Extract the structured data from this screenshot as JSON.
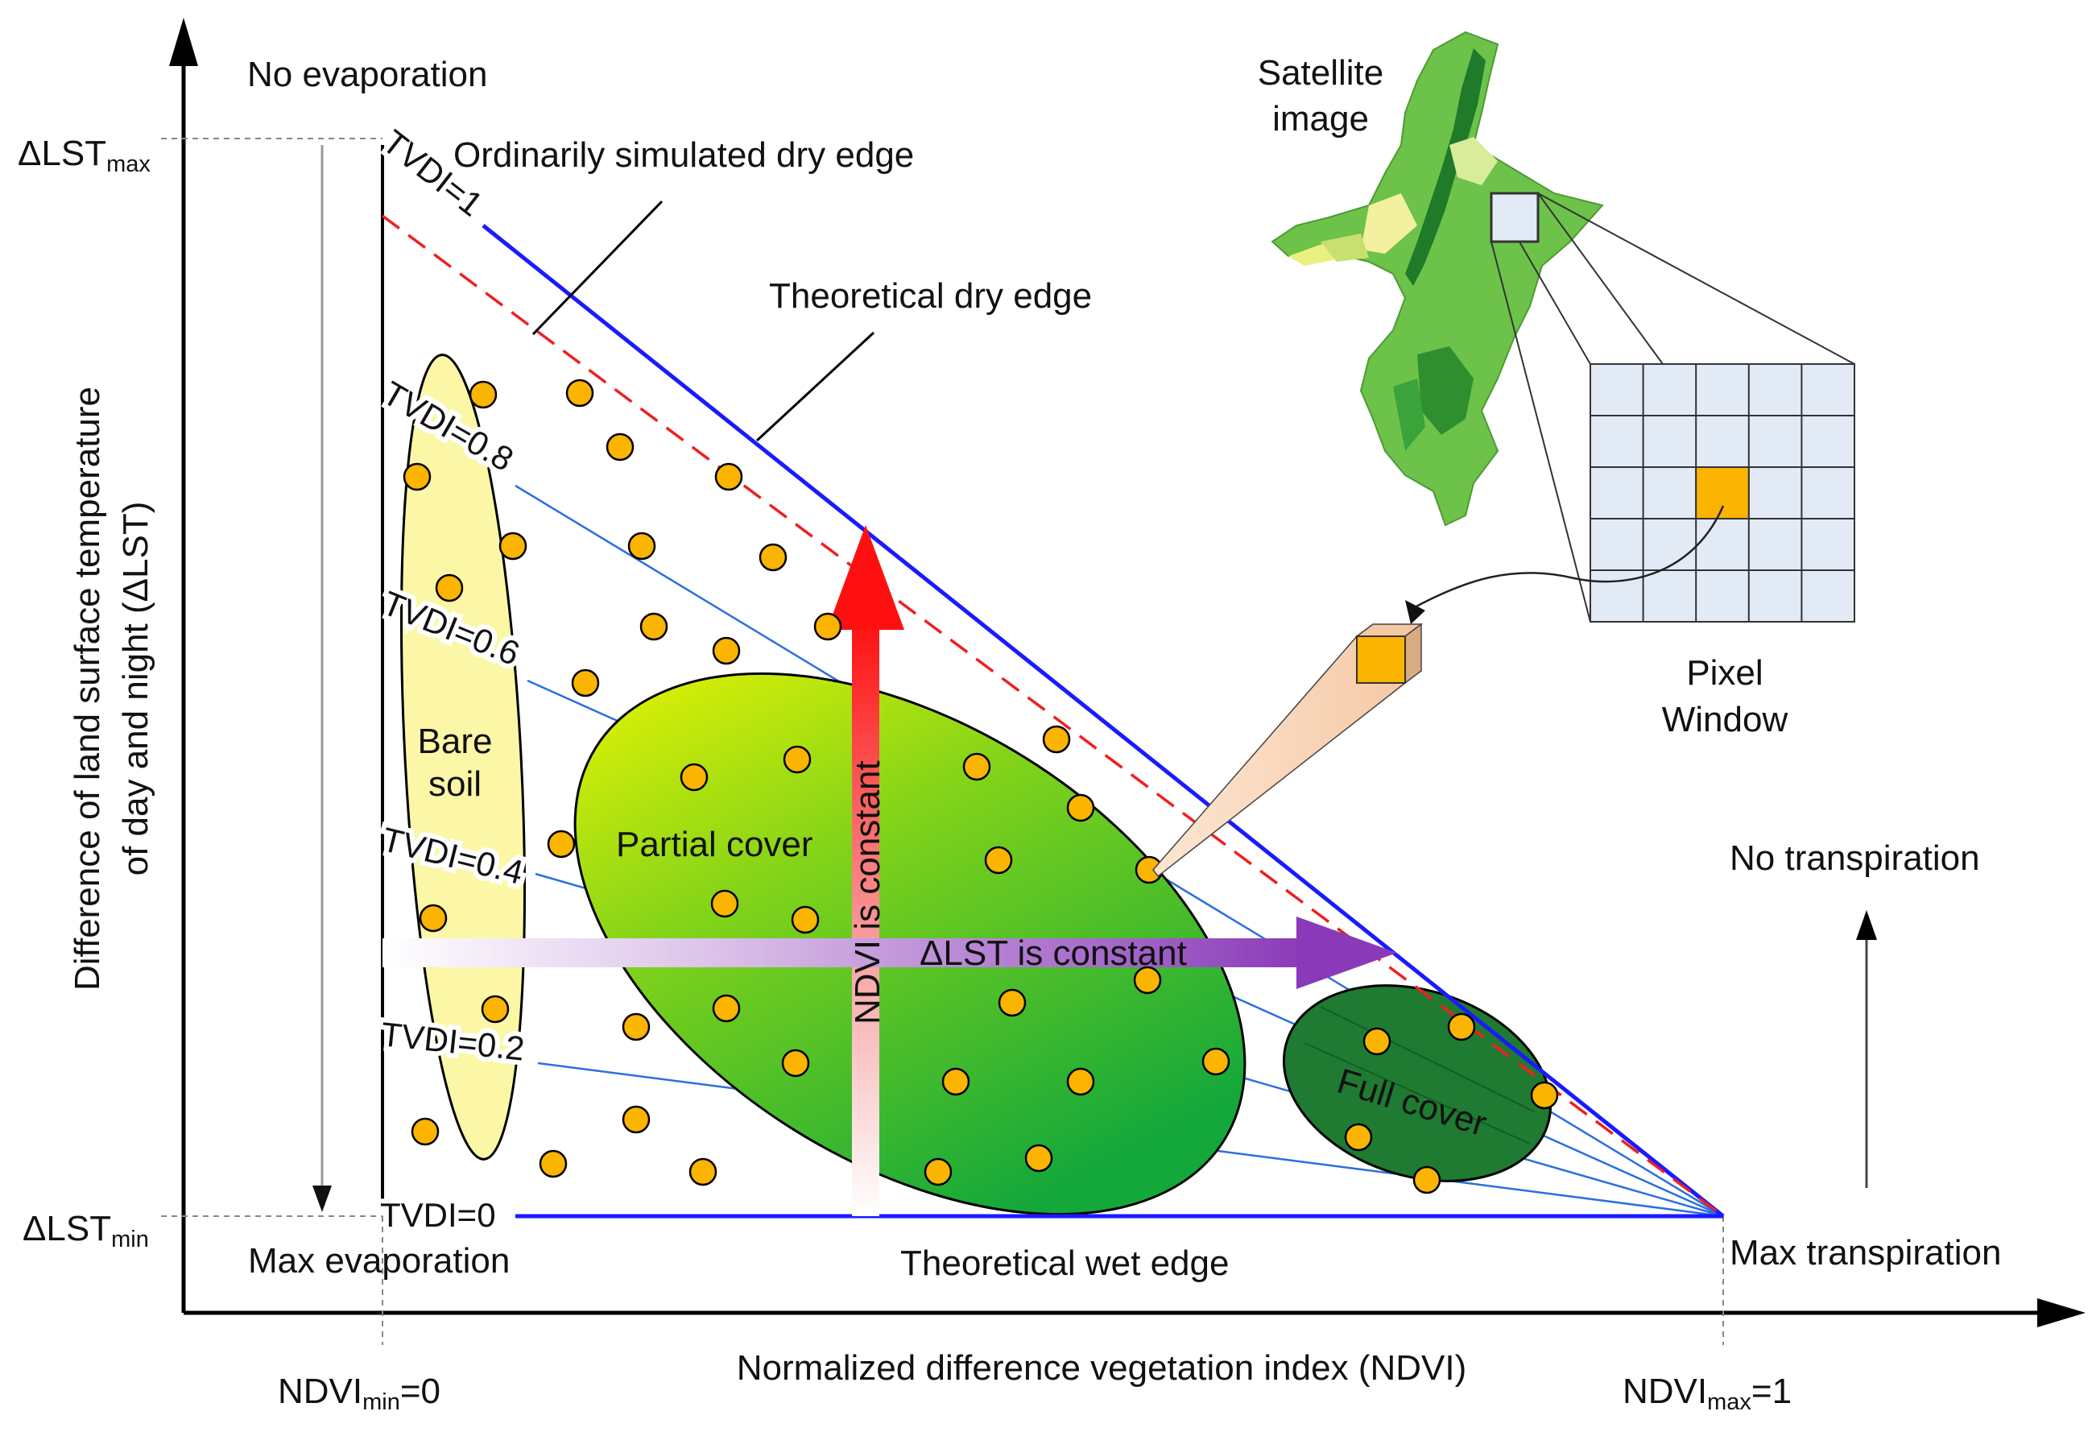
{
  "labels": {
    "no_evaporation": "No evaporation",
    "max_evaporation": "Max evaporation",
    "no_transpiration": "No transpiration",
    "max_transpiration": "Max transpiration",
    "ordinarily_simulated_dry_edge": "Ordinarily simulated dry edge",
    "theoretical_dry_edge": "Theoretical dry edge",
    "theoretical_wet_edge": "Theoretical wet edge",
    "bare_soil_line1": "Bare",
    "bare_soil_line2": "soil",
    "partial_cover": "Partial cover",
    "full_cover": "Full cover",
    "ndvi_constant": "NDVI is constant",
    "lst_constant": "ΔLST is constant",
    "satellite_line1": "Satellite",
    "satellite_line2": "image",
    "pixel_line1": "Pixel",
    "pixel_line2": "Window"
  },
  "axes": {
    "y_label_line1": "Difference of land surface temperature",
    "y_label_line2": "of day and night (ΔLST)",
    "x_label": "Normalized difference vegetation index (NDVI)",
    "lst_max_main": "ΔLST",
    "lst_max_sub": "max",
    "lst_min_main": "ΔLST",
    "lst_min_sub": "min",
    "ndvi_min_main": "NDVI",
    "ndvi_min_sub": "min",
    "ndvi_min_value": "=0",
    "ndvi_max_main": "NDVI",
    "ndvi_max_sub": "max",
    "ndvi_max_value": "=1"
  },
  "tvdi_levels": [
    {
      "label": "TVDI=1",
      "value": 1.0
    },
    {
      "label": "TVDI=0.8",
      "value": 0.8
    },
    {
      "label": "TVDI=0.6",
      "value": 0.6
    },
    {
      "label": "TVDI=0.4",
      "value": 0.4
    },
    {
      "label": "TVDI=0.2",
      "value": 0.2
    },
    {
      "label": "TVDI=0",
      "value": 0.0
    }
  ],
  "colors": {
    "theoretical_edge": "#1a1aff",
    "tvdi_lines": "#2a6fe0",
    "simulated_dry_edge": "#ee2020",
    "bare_soil_fill": "#fbf7a6",
    "partial_cover_from": "#f4f800",
    "partial_cover_to": "#14a83a",
    "full_cover_fill": "#1f7a32",
    "sample_point": "#fbb400",
    "ndvi_arrow": "#ff1010",
    "lst_arrow": "#8a3ab8",
    "pixel_grid_fill": "#e2eaf6",
    "selected_pixel": "#fbb400"
  }
}
